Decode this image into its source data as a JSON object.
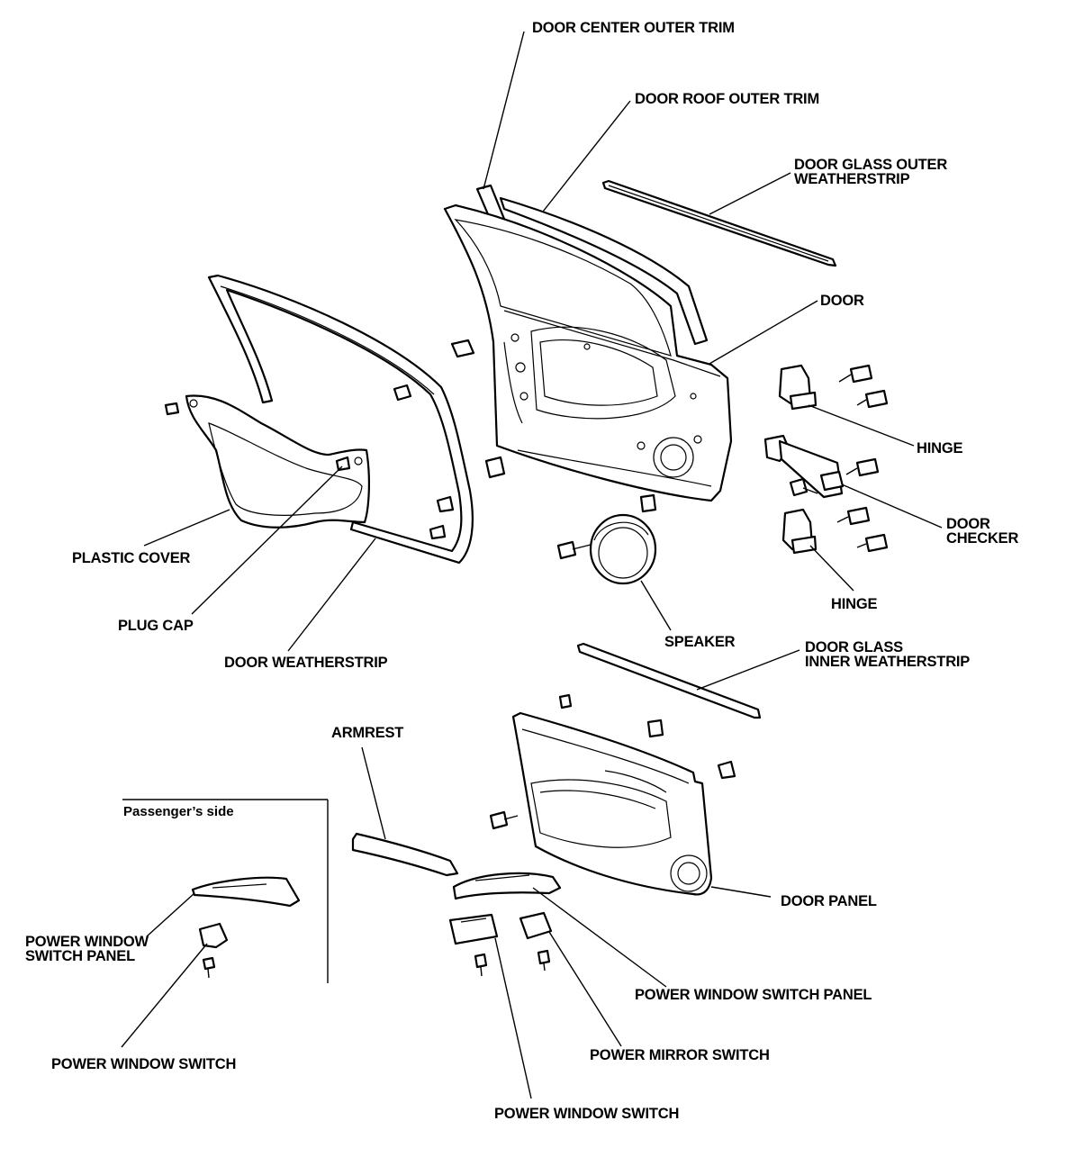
{
  "diagram": {
    "labels": {
      "door_center_outer_trim": "DOOR CENTER OUTER TRIM",
      "door_roof_outer_trim": "DOOR ROOF OUTER TRIM",
      "door_glass_outer_weatherstrip_1": "DOOR GLASS OUTER",
      "door_glass_outer_weatherstrip_2": "WEATHERSTRIP",
      "door": "DOOR",
      "hinge_upper": "HINGE",
      "door_checker_1": "DOOR",
      "door_checker_2": "CHECKER",
      "hinge_lower": "HINGE",
      "plastic_cover": "PLASTIC COVER",
      "plug_cap": "PLUG CAP",
      "door_weatherstrip": "DOOR WEATHERSTRIP",
      "speaker": "SPEAKER",
      "door_glass_inner_weatherstrip_1": "DOOR GLASS",
      "door_glass_inner_weatherstrip_2": "INNER WEATHERSTRIP",
      "armrest": "ARMREST",
      "passengers_side": "Passenger’s side",
      "door_panel": "DOOR PANEL",
      "pw_switch_panel_passenger_1": "POWER WINDOW",
      "pw_switch_panel_passenger_2": "SWITCH PANEL",
      "pw_switch_panel_driver": "POWER WINDOW SWITCH PANEL",
      "power_mirror_switch": "POWER MIRROR SWITCH",
      "pw_switch_passenger": "POWER WINDOW SWITCH",
      "pw_switch_driver": "POWER WINDOW SWITCH"
    }
  }
}
